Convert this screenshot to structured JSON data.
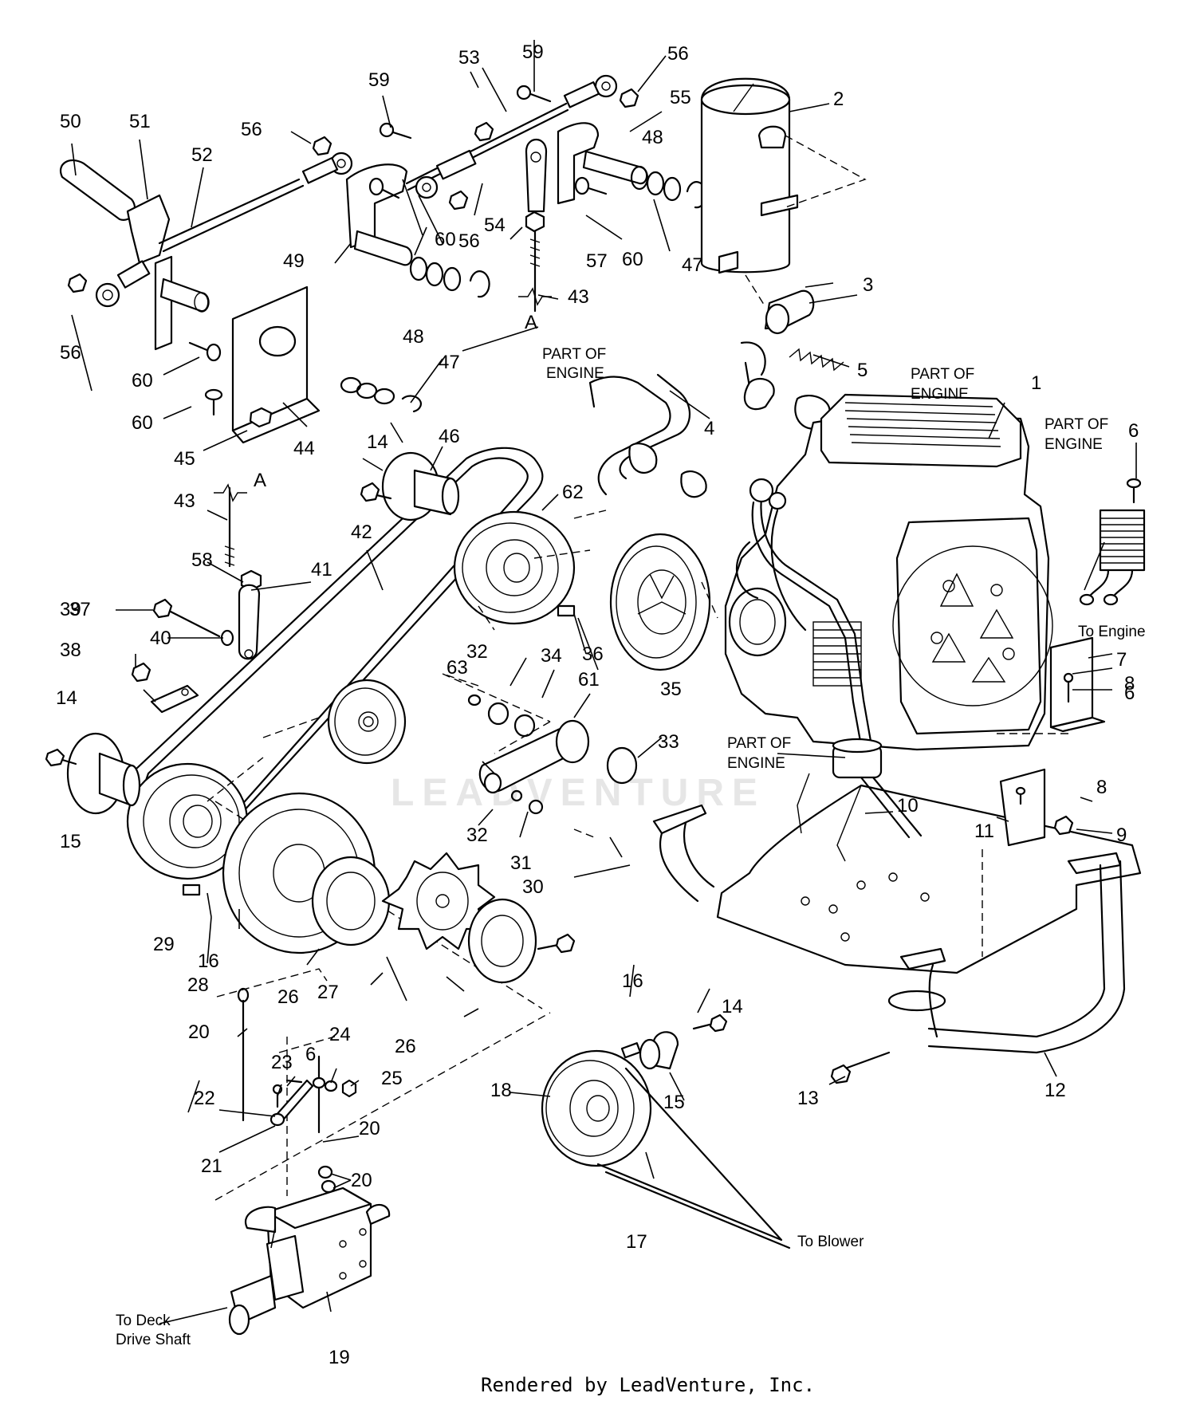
{
  "callouts": [
    "1",
    "2",
    "3",
    "4",
    "5",
    "6",
    "6",
    "6",
    "7",
    "8",
    "8",
    "9",
    "10",
    "11",
    "12",
    "13",
    "14",
    "14",
    "14",
    "15",
    "15",
    "16",
    "16",
    "17",
    "18",
    "19",
    "20",
    "20",
    "20",
    "21",
    "22",
    "23",
    "24",
    "25",
    "26",
    "26",
    "27",
    "28",
    "29",
    "30",
    "31",
    "32",
    "32",
    "33",
    "34",
    "35",
    "36",
    "37",
    "38",
    "39",
    "40",
    "41",
    "42",
    "43",
    "43",
    "44",
    "45",
    "46",
    "47",
    "47",
    "48",
    "48",
    "49",
    "50",
    "51",
    "52",
    "53",
    "54",
    "55",
    "56",
    "56",
    "56",
    "56",
    "57",
    "58",
    "59",
    "59",
    "60",
    "60",
    "60",
    "60",
    "61",
    "62",
    "63",
    "A",
    "A"
  ],
  "labels": {
    "part_of_engine": "PART OF ENGINE",
    "part_of_engine_line1": "PART OF",
    "part_of_engine_line2": "ENGINE",
    "to_engine": "To Engine",
    "to_blower": "To Blower",
    "to_deck_line1": "To Deck",
    "to_deck_line2": "Drive Shaft"
  },
  "watermark": "LEADVENTURE",
  "footer": "Rendered by LeadVenture, Inc.",
  "colors": {
    "ink": "#000000",
    "background": "#ffffff",
    "watermark": "#e6e6e6"
  }
}
